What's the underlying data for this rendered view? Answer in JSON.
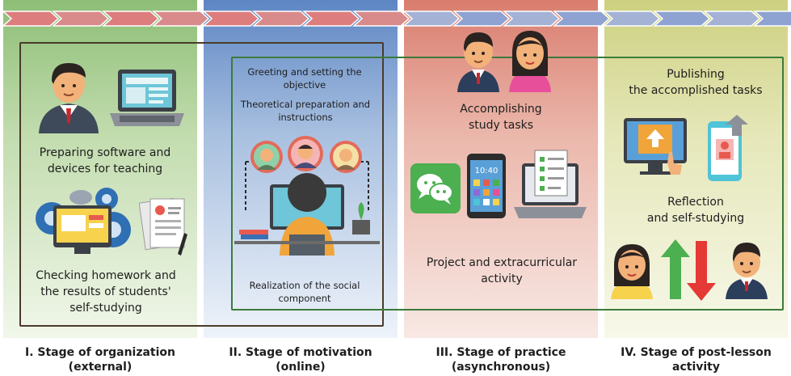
{
  "stages": [
    {
      "title_line1": "I. Stage of organization",
      "title_line2": "(external)"
    },
    {
      "title_line1": "II. Stage of motivation",
      "title_line2": "(online)"
    },
    {
      "title_line1": "III. Stage of practice",
      "title_line2": "(asynchronous)"
    },
    {
      "title_line1": "IV. Stage of post-lesson",
      "title_line2": "activity"
    }
  ],
  "stage1": {
    "item1_line1": "Preparing software and",
    "item1_line2": "devices for teaching",
    "item2_line1": "Checking homework and",
    "item2_line2": "the results of students'",
    "item2_line3": "self-studying"
  },
  "stage2": {
    "item1_line1": "Greeting and setting the",
    "item1_line2": "objective",
    "item2_line1": "Theoretical preparation and",
    "item2_line2": "instructions",
    "item3_line1": "Realization of the social",
    "item3_line2": "component"
  },
  "stage3": {
    "item1_line1": "Accomplishing",
    "item1_line2": "study tasks",
    "item2_line1": "Project and extracurricular",
    "item2_line2": "activity",
    "phone_time": "10:40"
  },
  "stage4": {
    "item1_line1": "Publishing",
    "item1_line2": "the accomplished tasks",
    "item2_line1": "Reflection",
    "item2_line2": "and self-studying"
  },
  "colors": {
    "stage1": "#8dbe76",
    "stage2": "#5d86c4",
    "stage3": "#d97d6e",
    "stage4": "#cdd07f",
    "frame_dark": "#4a3b2a",
    "frame_green": "#3c7a3c"
  }
}
